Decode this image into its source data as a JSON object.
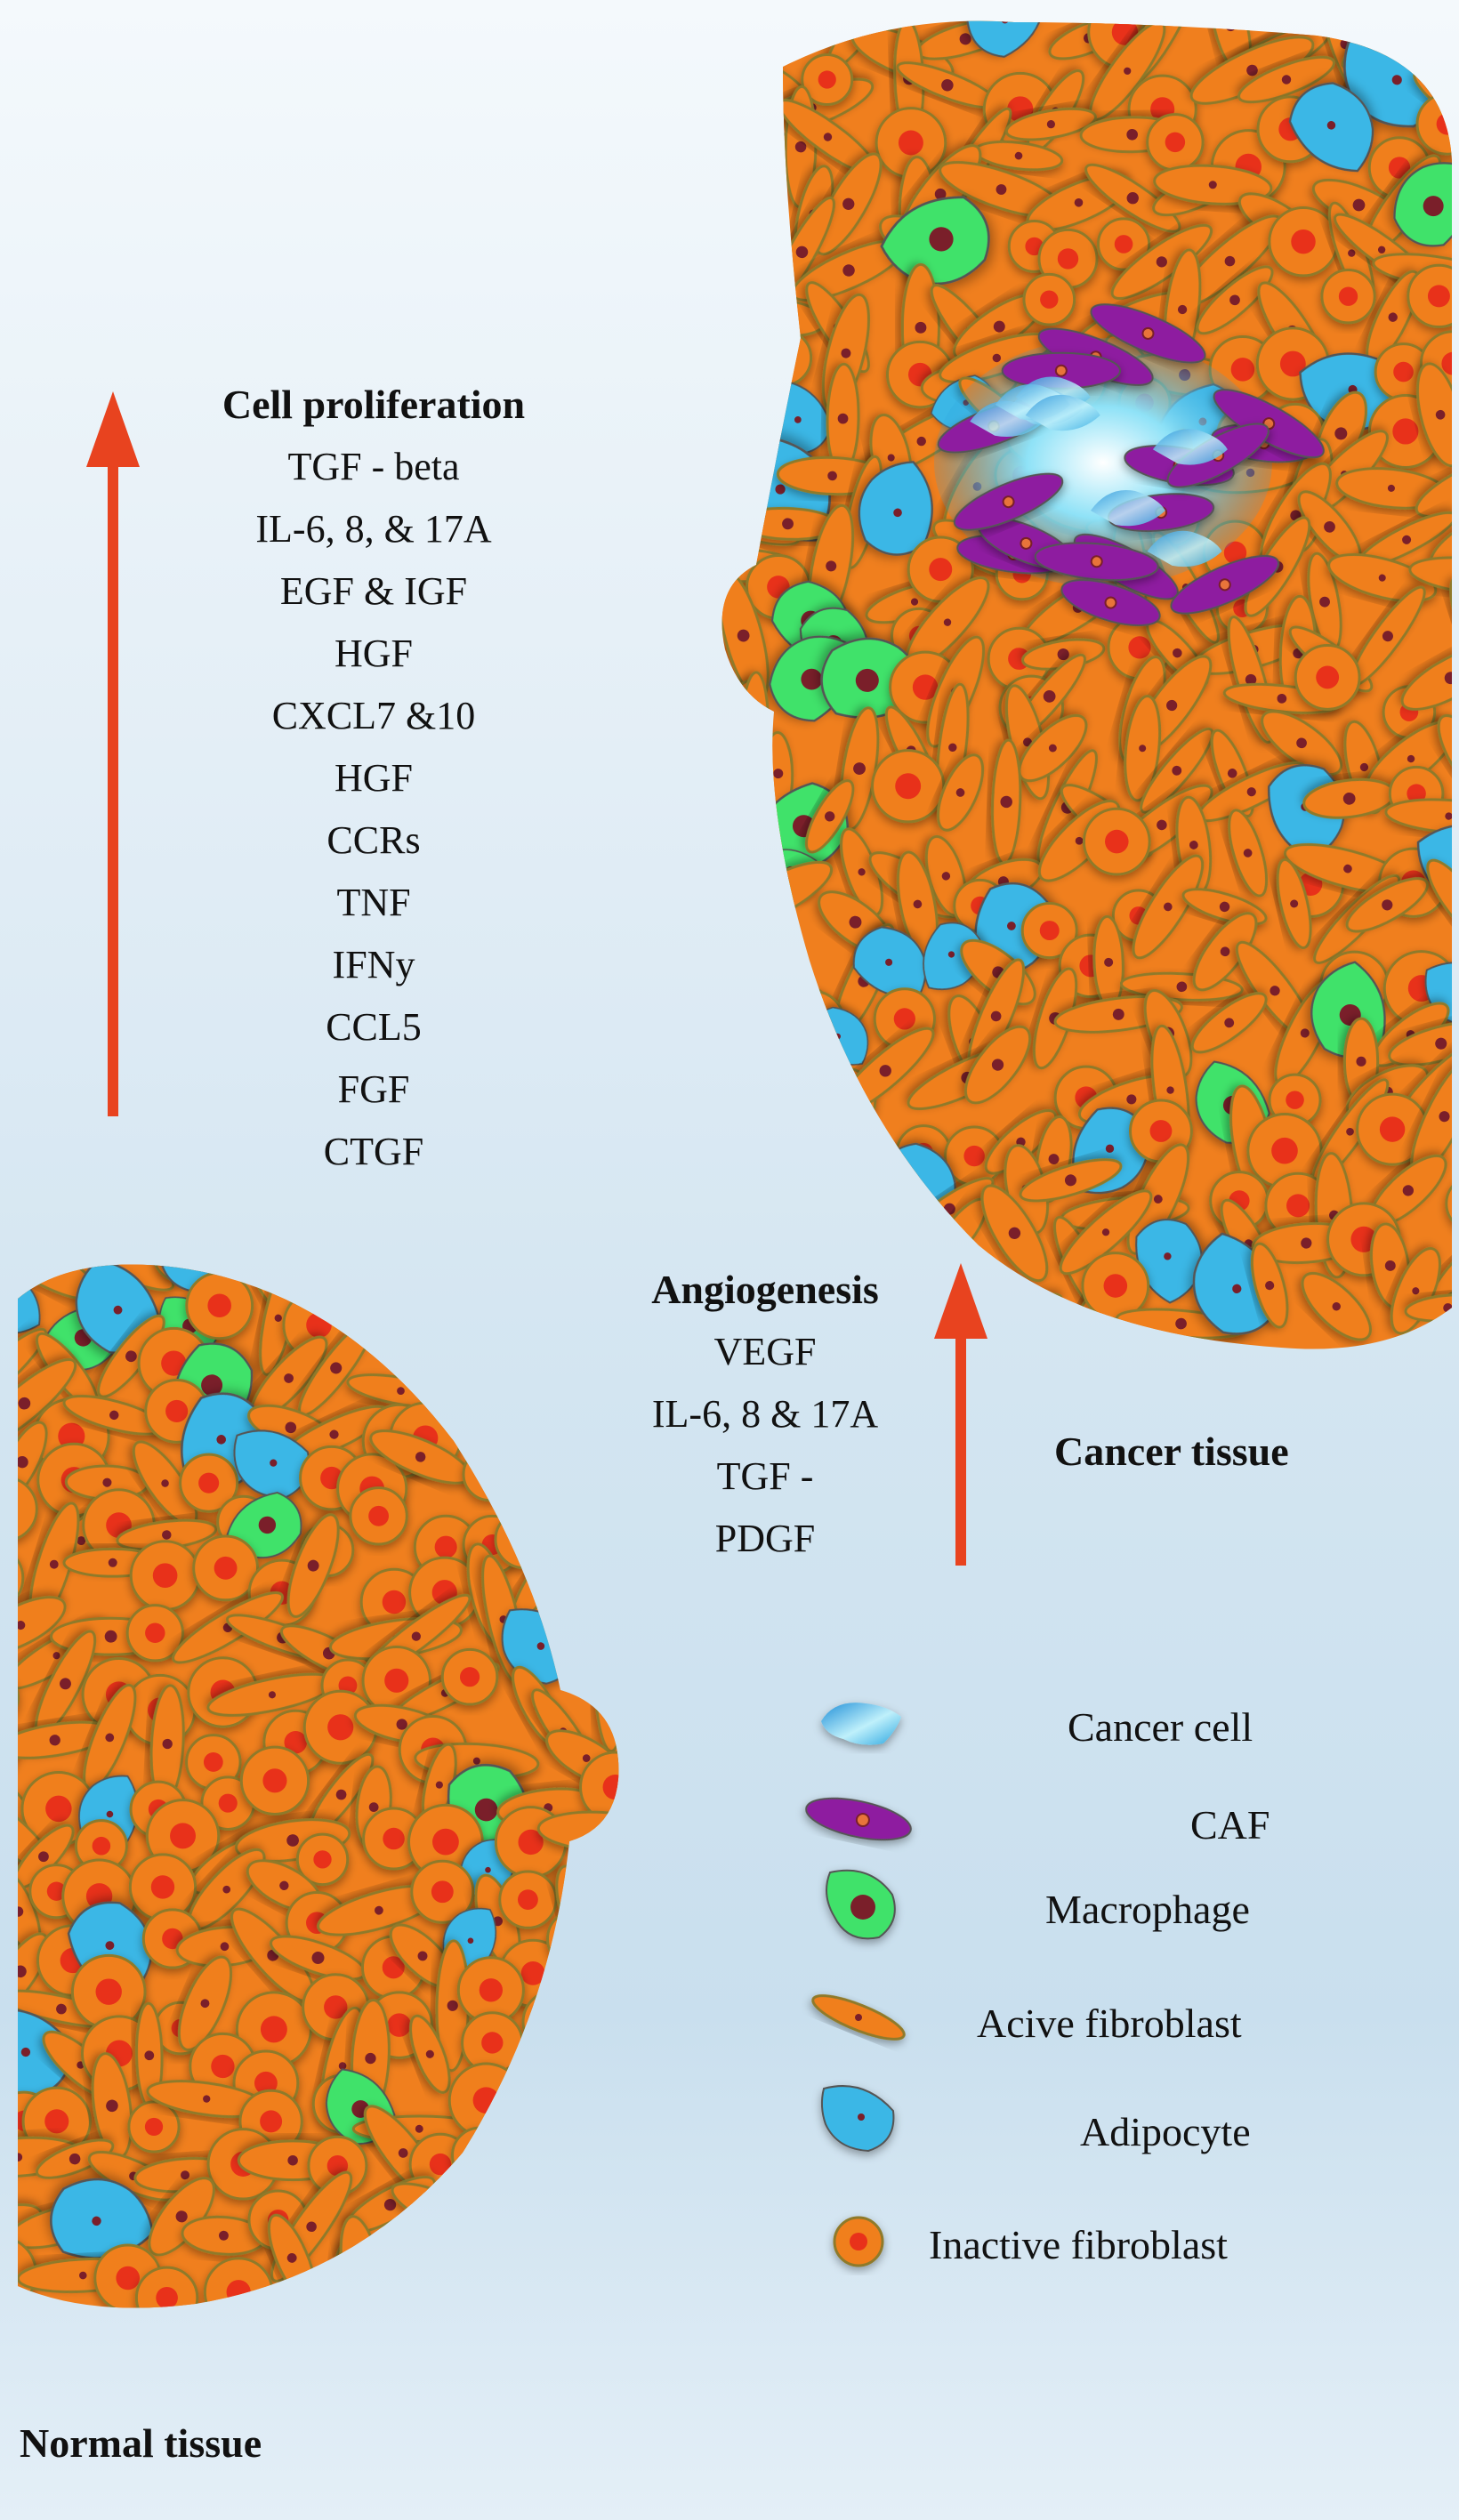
{
  "proliferation": {
    "title": "Cell proliferation",
    "items": [
      "TGF - beta",
      "IL-6, 8, & 17A",
      "EGF & IGF",
      "HGF",
      "CXCL7 &10",
      "HGF",
      "CCRs",
      "TNF",
      "IFNy",
      "CCL5",
      "FGF",
      "CTGF"
    ]
  },
  "angiogenesis": {
    "title": "Angiogenesis",
    "items": [
      "VEGF",
      "IL-6, 8 & 17A",
      "TGF -",
      "PDGF"
    ]
  },
  "labels": {
    "cancer_tissue": "Cancer tissue",
    "normal_tissue": "Normal tissue"
  },
  "legend": [
    {
      "label": "Cancer cell",
      "icon": "cancer-cell-icon"
    },
    {
      "label": "CAF",
      "icon": "caf-icon"
    },
    {
      "label": "Macrophage",
      "icon": "macrophage-icon"
    },
    {
      "label": "Acive fibroblast",
      "icon": "active-fibroblast-icon"
    },
    {
      "label": "Adipocyte",
      "icon": "adipocyte-icon"
    },
    {
      "label": "Inactive fibroblast",
      "icon": "inactive-fibroblast-icon"
    }
  ],
  "colors": {
    "tissue": "#f07f1e",
    "fibroblast": "#f07f1e",
    "fibroblast_border": "#8f7a2a",
    "nucleus_dark": "#7a1f2a",
    "nucleus_red": "#e8311a",
    "macrophage": "#3fe26a",
    "adipocyte": "#3ab7e6",
    "caf": "#8e1fa0",
    "cancer_cell": "#6fd6f2",
    "arrow": "#e8431f"
  }
}
